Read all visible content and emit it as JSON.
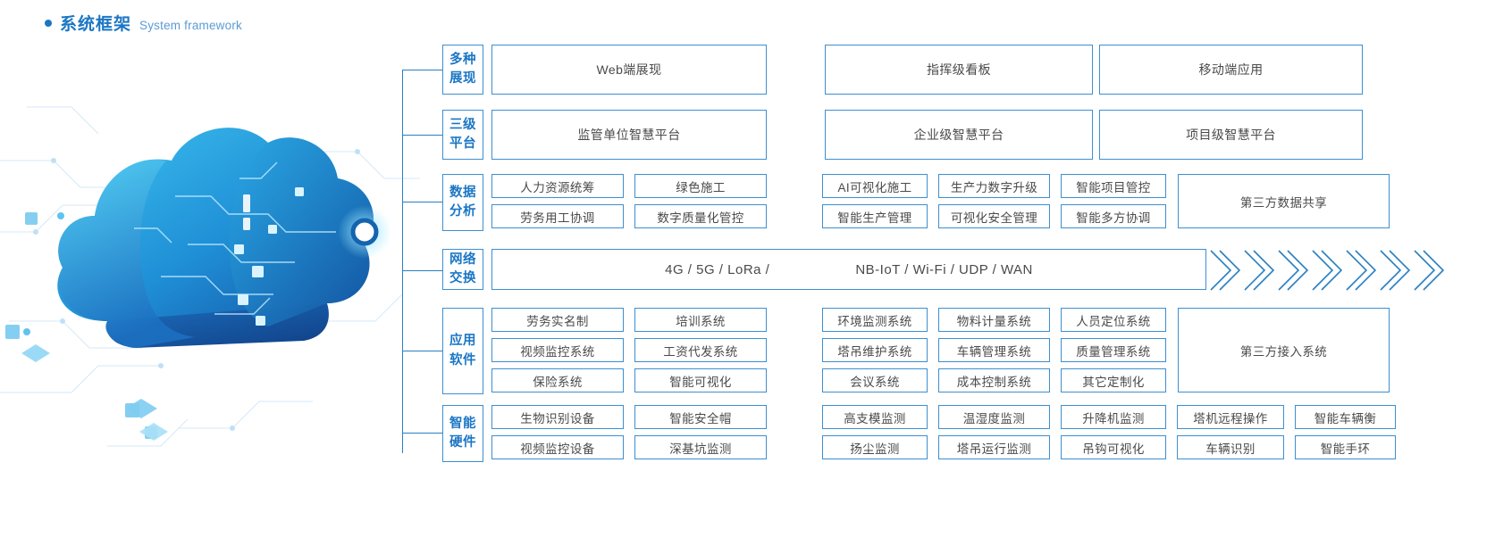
{
  "heading": {
    "bullet": "bullet-dot",
    "title_zh": "系统框架",
    "title_en": "System framework"
  },
  "rows": [
    {
      "key": "display",
      "label_line1": "多种",
      "label_line2": "展现",
      "items": [
        "Web端展现",
        "指挥级看板",
        "移动端应用"
      ]
    },
    {
      "key": "platform",
      "label_line1": "三级",
      "label_line2": "平台",
      "items": [
        "监管单位智慧平台",
        "企业级智慧平台",
        "项目级智慧平台"
      ]
    },
    {
      "key": "data-analysis",
      "label_line1": "数据",
      "label_line2": "分析",
      "left_grid": [
        [
          "人力资源统筹",
          "绿色施工"
        ],
        [
          "劳务用工协调",
          "数字质量化管控"
        ]
      ],
      "right_grid": [
        [
          "AI可视化施工",
          "生产力数字升级",
          "智能项目管控"
        ],
        [
          "智能生产管理",
          "可视化安全管理",
          "智能多方协调"
        ]
      ],
      "tall_box": "第三方数据共享"
    },
    {
      "key": "network",
      "label_line1": "网络",
      "label_line2": "交换",
      "text_left": "4G / 5G / LoRa /",
      "text_right": "NB-IoT / Wi-Fi / UDP / WAN",
      "chevron_count": 7
    },
    {
      "key": "application-software",
      "label_line1": "应用",
      "label_line2": "软件",
      "left_grid": [
        [
          "劳务实名制",
          "培训系统"
        ],
        [
          "视频监控系统",
          "工资代发系统"
        ],
        [
          "保险系统",
          "智能可视化"
        ]
      ],
      "right_grid": [
        [
          "环境监测系统",
          "物料计量系统",
          "人员定位系统"
        ],
        [
          "塔吊维护系统",
          "车辆管理系统",
          "质量管理系统"
        ],
        [
          "会议系统",
          "成本控制系统",
          "其它定制化"
        ]
      ],
      "tall_box": "第三方接入系统"
    },
    {
      "key": "smart-hardware",
      "label_line1": "智能",
      "label_line2": "硬件",
      "left_grid": [
        [
          "生物识别设备",
          "智能安全帽"
        ],
        [
          "视频监控设备",
          "深基坑监测"
        ]
      ],
      "right_grid": [
        [
          "高支模监测",
          "温湿度监测",
          "升降机监测",
          "塔机远程操作",
          "智能车辆衡"
        ],
        [
          "扬尘监测",
          "塔吊运行监测",
          "吊钩可视化",
          "车辆识别",
          "智能手环"
        ]
      ]
    }
  ],
  "colors": {
    "brand_blue": "#1b76c4",
    "line_blue": "#3d8fd0",
    "text_gray": "#4a4a4a",
    "cloud_light": "#35b5e8",
    "cloud_dark": "#1b5fae"
  }
}
